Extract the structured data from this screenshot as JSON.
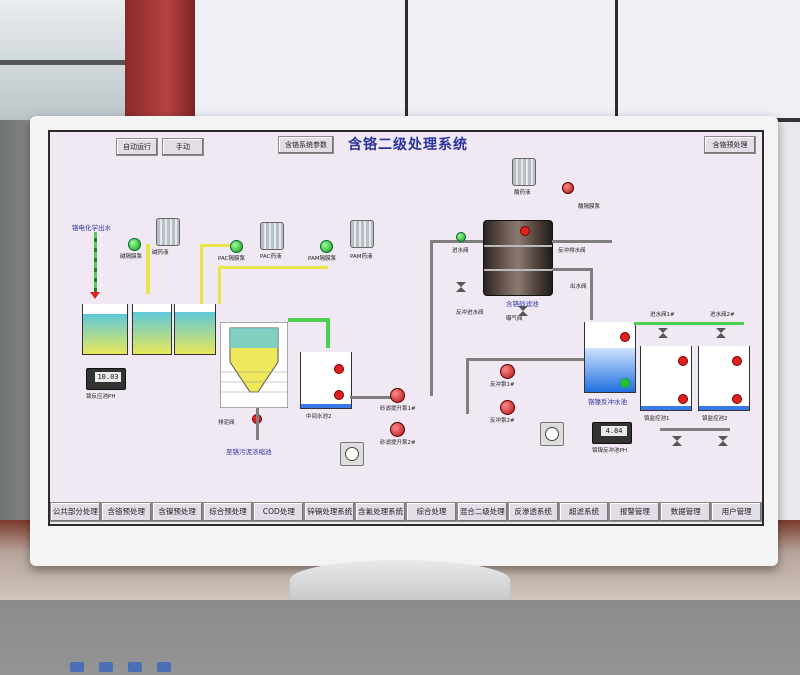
{
  "header": {
    "auto_label": "自动运行",
    "manual_label": "手动",
    "params_label": "含铬系统参数",
    "title": "含铬二级处理系统",
    "pretreat_label": "含铬预处理"
  },
  "process": {
    "inlet_label": "铬电化学出水",
    "alkali_pump": "碱隔膜泵",
    "alkali_tank": "碱药液",
    "pac_pump": "PAC隔膜泵",
    "pac_tank": "PAC药液",
    "pam_pump": "PAM隔膜泵",
    "pam_tank": "PAM药液",
    "acid_tank": "酸药液",
    "acid_pump": "酸隔膜泵",
    "inlet_valve": "进水阀",
    "backwash_drain_valve": "反冲排水阀",
    "sand_filter": "含铬砂滤池",
    "outlet_valve": "出水阀",
    "backwash_inlet_valve": "反冲进水阀",
    "exhaust_valve": "曝气阀",
    "drain_valve": "排泥阀",
    "sludge_tank": "至铬污泥浓缩池",
    "mid_tank": "中间水池2",
    "lift_pump_1": "砂滤提升泵1#",
    "lift_pump_2": "砂滤提升泵2#",
    "backwash_pump_1": "反冲泵1#",
    "backwash_pump_2": "反冲泵2#",
    "backwash_tank": "铬镍反冲水池",
    "monitor_tank_1": "铬监控池1",
    "monitor_tank_2": "铬监控池2",
    "inlet_valve_1": "进水阀1#",
    "inlet_valve_2": "进水阀2#",
    "ph_meter_label": "铬反应池PH",
    "display_1": "10.03",
    "display_2": "4.84",
    "display_2_label": "铬镍反冲池PH"
  },
  "nav": [
    "公共部分处理",
    "含铬预处理",
    "含镍预处理",
    "综合预处理",
    "COD处理",
    "锌镉处理系统",
    "含氰处理系统",
    "综合处理",
    "混合二级处理",
    "反渗透系统",
    "超滤系统",
    "报警管理",
    "数据管理",
    "用户管理"
  ]
}
